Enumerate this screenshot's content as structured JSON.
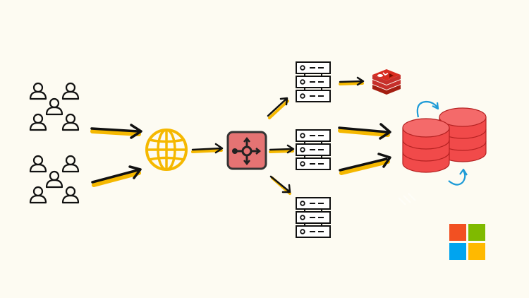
{
  "diagram": {
    "background": "#fdfbf2",
    "nodes": [
      {
        "id": "users-group-top",
        "icon": "users-group-icon"
      },
      {
        "id": "users-group-bottom",
        "icon": "users-group-icon"
      },
      {
        "id": "internet",
        "icon": "globe-icon"
      },
      {
        "id": "load-balancer",
        "icon": "load-balancer-icon"
      },
      {
        "id": "server-top",
        "icon": "server-rack-icon"
      },
      {
        "id": "server-middle",
        "icon": "server-rack-icon"
      },
      {
        "id": "server-bottom",
        "icon": "server-rack-icon"
      },
      {
        "id": "cache",
        "icon": "redis-icon"
      },
      {
        "id": "database-primary",
        "icon": "database-icon"
      },
      {
        "id": "database-replica",
        "icon": "database-icon"
      },
      {
        "id": "cloud-provider",
        "icon": "microsoft-logo-icon"
      }
    ],
    "edges": [
      {
        "from": "users-group-top",
        "to": "internet"
      },
      {
        "from": "users-group-bottom",
        "to": "internet"
      },
      {
        "from": "internet",
        "to": "load-balancer"
      },
      {
        "from": "load-balancer",
        "to": "server-top"
      },
      {
        "from": "load-balancer",
        "to": "server-middle"
      },
      {
        "from": "load-balancer",
        "to": "server-bottom"
      },
      {
        "from": "server-top",
        "to": "cache"
      },
      {
        "from": "server-middle",
        "to": "database-primary"
      },
      {
        "from": "server-middle",
        "to": "database-primary"
      },
      {
        "from": "database-primary",
        "to": "database-replica",
        "style": "replication"
      },
      {
        "from": "database-replica",
        "to": "database-primary",
        "style": "replication"
      }
    ],
    "colors": {
      "accent_yellow": "#f5b800",
      "globe": "#f5b800",
      "load_balancer_fill": "#e57373",
      "database_red": "#f14a4a",
      "redis_red": "#c6302b",
      "replication_blue": "#1e9bd7",
      "ms_red": "#f25022",
      "ms_green": "#7fba00",
      "ms_blue": "#00a4ef",
      "ms_yellow": "#ffb900"
    }
  }
}
